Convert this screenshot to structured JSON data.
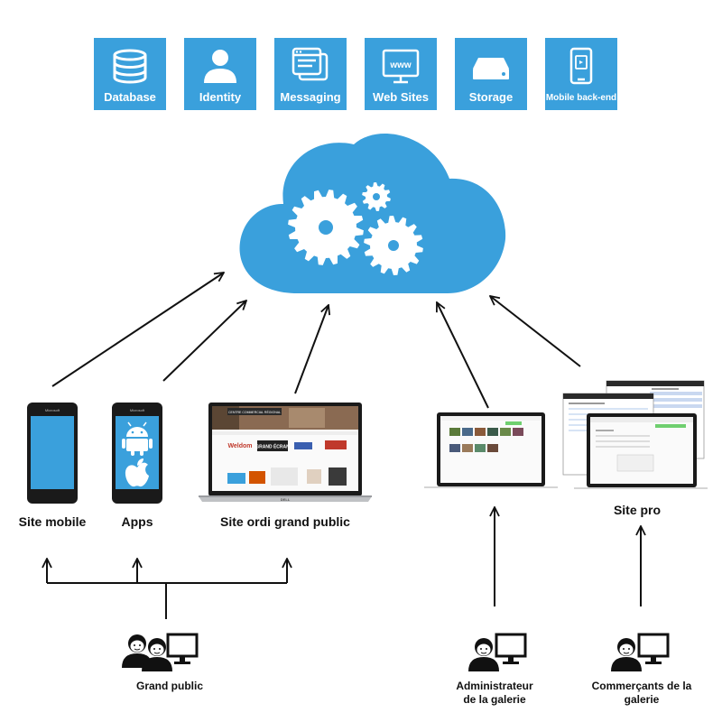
{
  "services": [
    {
      "label": "Database",
      "icon": "database-icon"
    },
    {
      "label": "Identity",
      "icon": "identity-icon"
    },
    {
      "label": "Messaging",
      "icon": "messaging-icon"
    },
    {
      "label": "Web Sites",
      "icon": "web-sites-icon",
      "icon_text": "www"
    },
    {
      "label": "Storage",
      "icon": "storage-icon"
    },
    {
      "label": "Mobile back-end",
      "icon": "mobile-backend-icon"
    }
  ],
  "cloud": {
    "icon": "cloud-gears-icon",
    "color": "#3aa0dc"
  },
  "clients": {
    "site_mobile": "Site mobile",
    "apps": "Apps",
    "site_ordi": "Site ordi grand public",
    "site_pro": "Site pro"
  },
  "devices": {
    "phone_brand": "Microsoft",
    "laptop_brand": "DELL",
    "website_header": "CENTRE COMMERCIAL RÉGIONAL",
    "website_logo_1": "Weldom",
    "website_logo_2": "GRAND ÉCRAN"
  },
  "users": {
    "grand_public": "Grand public",
    "admin_line1": "Administrateur",
    "admin_line2": "de la galerie",
    "commercants_line1": "Commerçants de la",
    "commercants_line2": "galerie"
  },
  "colors": {
    "accent": "#3aa0dc",
    "text": "#111111",
    "screen_dark": "#1a1a1a"
  }
}
